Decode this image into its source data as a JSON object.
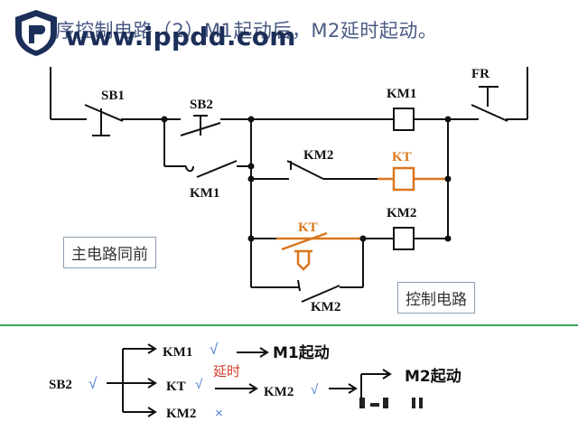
{
  "title": "顺序控制电路（2）M1起动后，M2延时起动。",
  "watermark": "www.ippdd.com",
  "labels": {
    "sb1": "SB1",
    "sb2": "SB2",
    "km1_coil": "KM1",
    "fr": "FR",
    "km2_contact": "KM2",
    "kt_coil": "KT",
    "km1_contact": "KM1",
    "kt_contact": "KT",
    "km2_coil": "KM2",
    "km2_nc": "KM2"
  },
  "notes": {
    "main_circuit": "主电路同前",
    "control_circuit": "控制电路"
  },
  "sequence": {
    "sb2": "SB2",
    "sb2_mark": "√",
    "km1": "KM1",
    "km1_mark": "√",
    "m1": "M1起动",
    "kt": "KT",
    "kt_mark": "√",
    "delay": "延时",
    "km2_on": "KM2",
    "km2_on_mark": "√",
    "m2": "M2起动",
    "km2_off": "KM2",
    "km2_off_mark": "×"
  },
  "colors": {
    "wire": "#111111",
    "kt_orange": "#d9771e",
    "divider": "#3aa35a",
    "watermark": "#1c2f59",
    "check": "#4a7fd0"
  }
}
